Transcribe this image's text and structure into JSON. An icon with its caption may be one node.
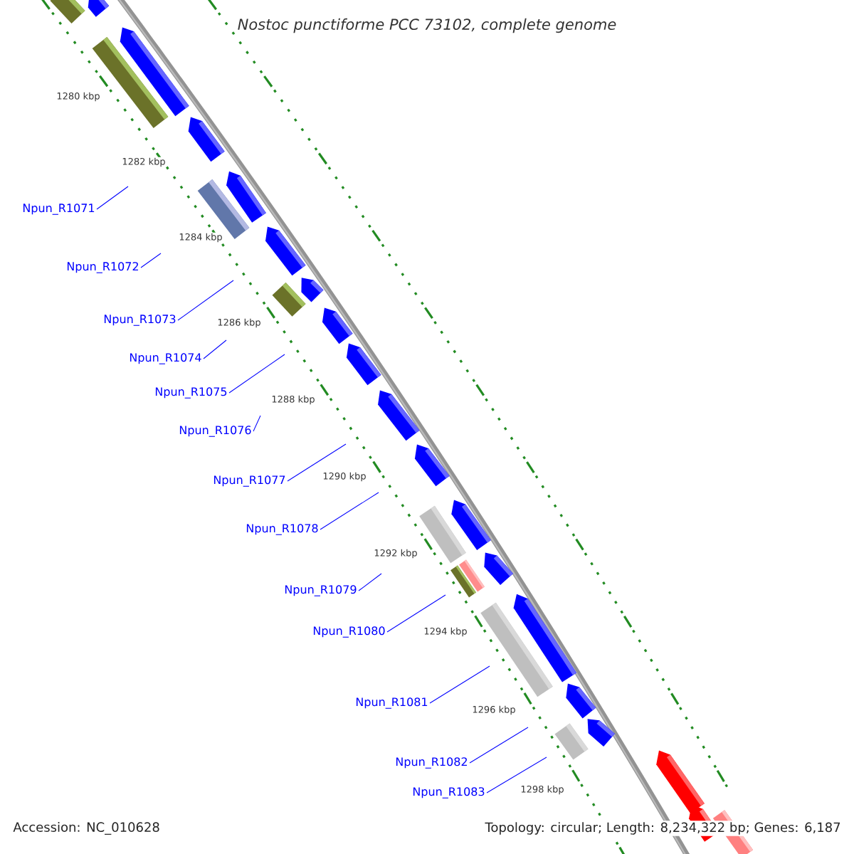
{
  "diagram": {
    "title": "Nostoc punctiforme PCC 73102, complete genome",
    "nodes": [
      {
        "text": [
          "Npun_R1071"
        ]
      },
      {
        "text": [
          "Npun_R1072"
        ]
      },
      {
        "text": [
          "Npun_R1073"
        ]
      },
      {
        "text": [
          "Npun_R1074"
        ]
      },
      {
        "text": [
          "Npun_R1075"
        ]
      },
      {
        "text": [
          "Npun_R1076"
        ]
      },
      {
        "text": [
          "Npun_R1077"
        ]
      },
      {
        "text": [
          "Npun_R1078"
        ]
      },
      {
        "text": [
          "Npun_R1079"
        ]
      },
      {
        "text": [
          "Npun_R1080"
        ]
      },
      {
        "text": [
          "Npun_R1081"
        ]
      },
      {
        "text": [
          "Npun_R1082"
        ]
      },
      {
        "text": [
          "Npun_R1083"
        ]
      }
    ],
    "edges": [
      {
        "from": 0,
        "to": null,
        "arrow": "none"
      },
      {
        "from": 1,
        "to": null,
        "arrow": "none"
      },
      {
        "from": 2,
        "to": null,
        "arrow": "none"
      },
      {
        "from": 3,
        "to": null,
        "arrow": "none"
      },
      {
        "from": 4,
        "to": null,
        "arrow": "none"
      },
      {
        "from": 5,
        "to": null,
        "arrow": "none"
      },
      {
        "from": 6,
        "to": null,
        "arrow": "none"
      },
      {
        "from": 7,
        "to": null,
        "arrow": "none"
      },
      {
        "from": 8,
        "to": null,
        "arrow": "none"
      },
      {
        "from": 9,
        "to": null,
        "arrow": "none"
      },
      {
        "from": 10,
        "to": null,
        "arrow": "none"
      },
      {
        "from": 11,
        "to": null,
        "arrow": "none"
      },
      {
        "from": 12,
        "to": null,
        "arrow": "none"
      }
    ],
    "labels": [
      "1280 kbp",
      "1282 kbp",
      "1284 kbp",
      "1286 kbp",
      "1288 kbp",
      "1290 kbp",
      "1292 kbp",
      "1294 kbp",
      "1296 kbp",
      "1298 kbp",
      "Accession: NC_010628",
      "Topology: circular; Length: 8,234,322 bp; Genes: 6,187"
    ]
  }
}
